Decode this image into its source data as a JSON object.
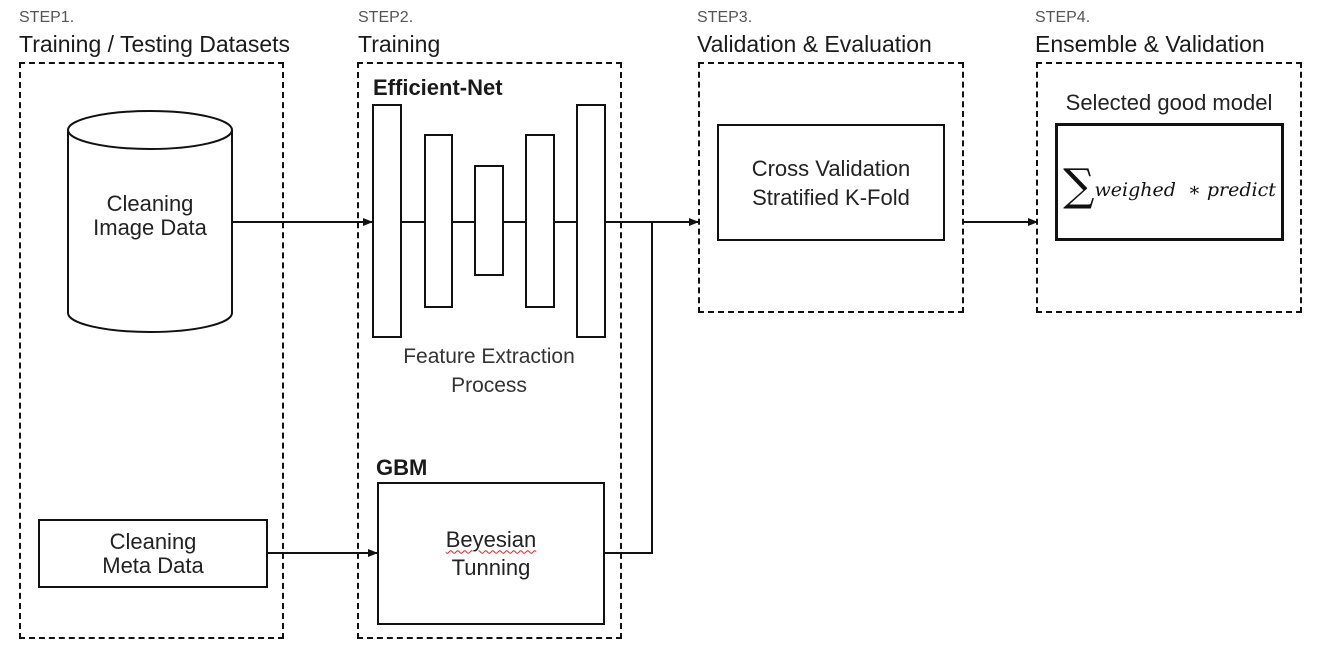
{
  "steps": [
    {
      "number": "STEP1.",
      "title": "Training / Testing Datasets"
    },
    {
      "number": "STEP2.",
      "title": "Training"
    },
    {
      "number": "STEP3.",
      "title": "Validation & Evaluation"
    },
    {
      "number": "STEP4.",
      "title": "Ensemble & Validation"
    }
  ],
  "step1": {
    "image_data": {
      "line1": "Cleaning",
      "line2": "Image Data"
    },
    "meta_data": {
      "line1": "Cleaning",
      "line2": "Meta Data"
    }
  },
  "step2": {
    "efficientnet_label": "Efficient-Net",
    "feature_extraction": {
      "line1": "Feature Extraction",
      "line2": "Process"
    },
    "gbm_label": "GBM",
    "gbm_box": {
      "line1": "Beyesian",
      "line2": "Tunning"
    }
  },
  "step3": {
    "box": {
      "line1": "Cross Validation",
      "line2": "Stratified K-Fold"
    }
  },
  "step4": {
    "caption": "Selected good model",
    "formula": {
      "sigma": "∑",
      "term1": "weighed",
      "operator": "∗",
      "term2": "predict"
    }
  }
}
